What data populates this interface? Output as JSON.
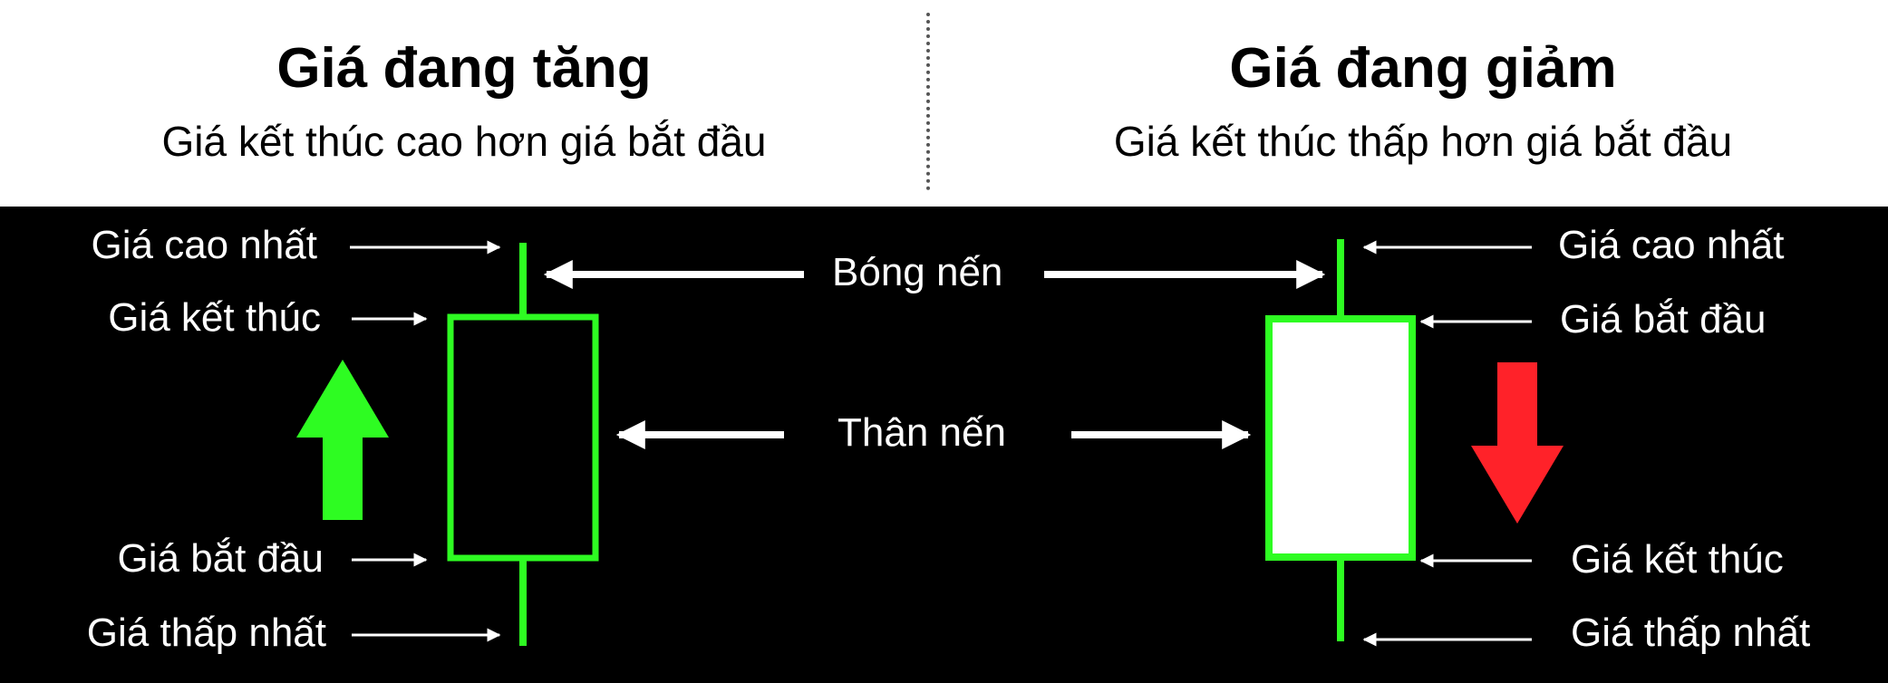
{
  "rising": {
    "title": "Giá đang tăng",
    "subtitle": "Giá kết thúc cao hơn giá bắt đầu",
    "labels": {
      "high": "Giá cao nhất",
      "close": "Giá kết thúc",
      "open": "Giá bắt đầu",
      "low": "Giá thấp nhất"
    },
    "arrow_color": "#2efc22"
  },
  "falling": {
    "title": "Giá đang giảm",
    "subtitle": "Giá kết thúc thấp hơn giá bắt đầu",
    "labels": {
      "high": "Giá cao nhất",
      "open": "Giá bắt đầu",
      "close": "Giá kết thúc",
      "low": "Giá thấp nhất"
    },
    "arrow_color": "#ff2229"
  },
  "center": {
    "shadow": "Bóng nến",
    "body": "Thân nến"
  },
  "colors": {
    "candle_outline": "#2efc22",
    "panel_background": "#000000",
    "falling_body_fill": "#ffffff"
  }
}
